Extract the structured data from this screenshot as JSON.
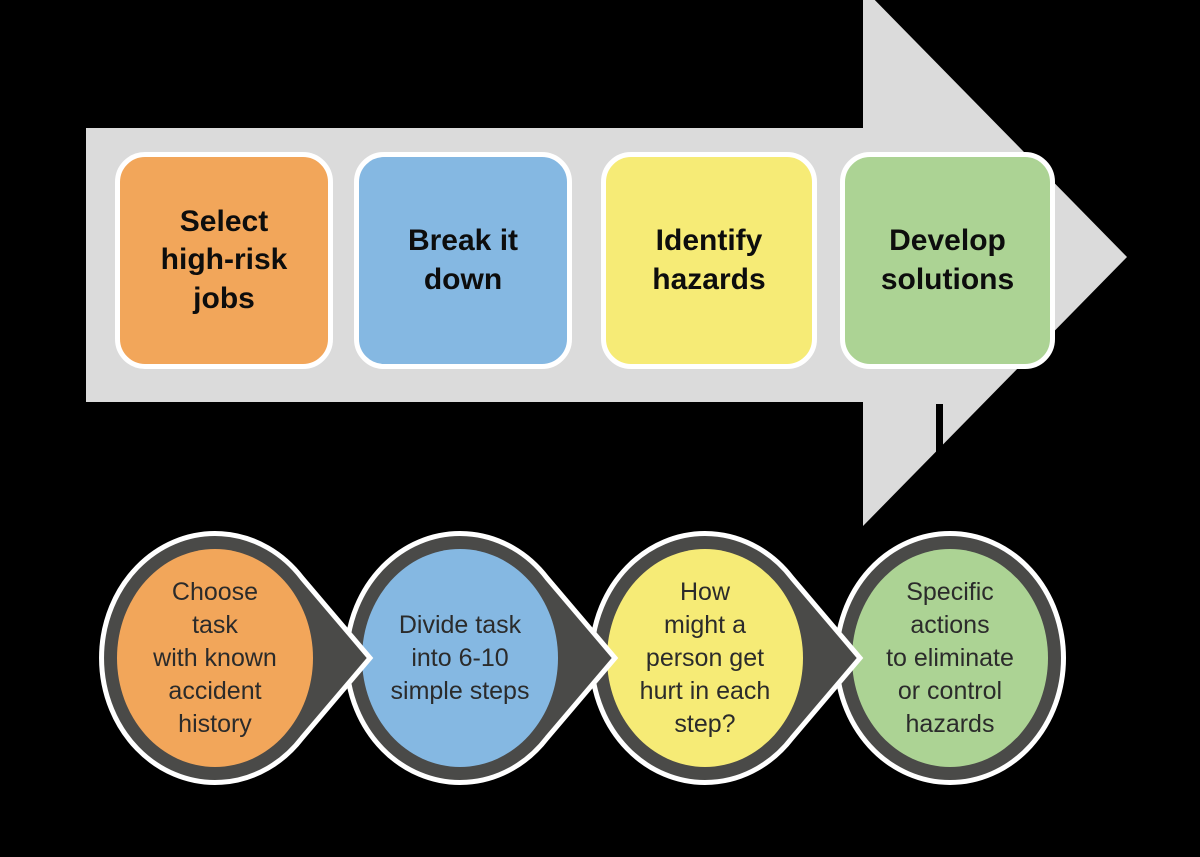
{
  "diagram": {
    "kind": "job-hazard-analysis-process-flow"
  },
  "colors": {
    "background": "#000000",
    "band": "#DBDBDB",
    "ring": "#4A4A48",
    "outline": "#FFFFFF",
    "orange": "#F2A65A",
    "blue": "#85B8E2",
    "yellow": "#F6EB76",
    "green": "#ACD394",
    "box_text": "#0D0D0D",
    "circle_text": "#2B2B2B"
  },
  "steps": [
    {
      "label": "Select\nhigh-risk\njobs",
      "detail": "Choose\ntask\nwith known\naccident\nhistory"
    },
    {
      "label": "Break it\ndown",
      "detail": "Divide task\ninto 6-10\nsimple steps"
    },
    {
      "label": "Identify\nhazards",
      "detail": "How\nmight a\nperson get\nhurt in each\nstep?"
    },
    {
      "label": "Develop\nsolutions",
      "detail": "Specific\nactions\nto eliminate\nor control\nhazards"
    }
  ]
}
